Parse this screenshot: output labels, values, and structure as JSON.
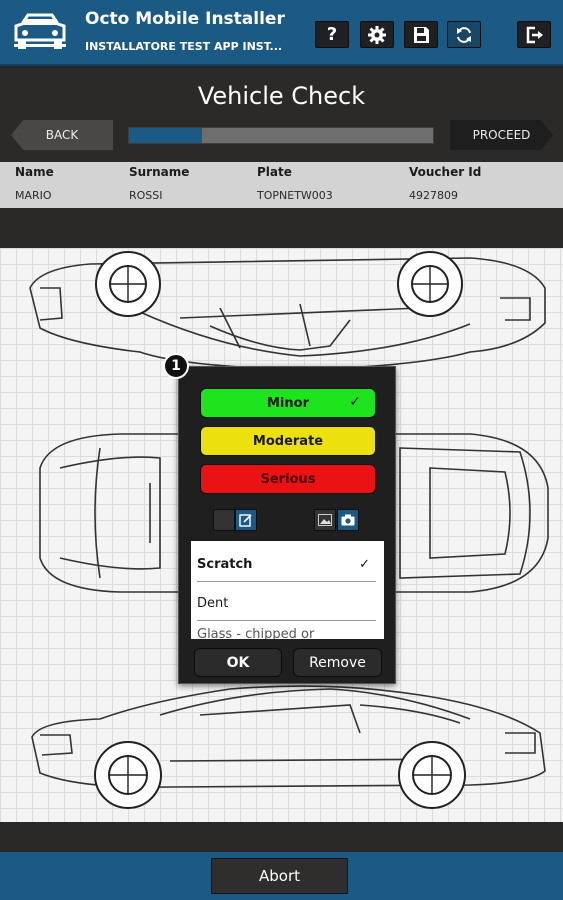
{
  "app": {
    "title": "Octo Mobile Installer",
    "subtitle": "INSTALLATORE TEST APP INST..."
  },
  "header_buttons": [
    {
      "icon": "help-icon",
      "glyph": "?"
    },
    {
      "icon": "gear-icon"
    },
    {
      "icon": "save-icon"
    },
    {
      "icon": "sync-icon"
    },
    {
      "icon": "logout-icon"
    }
  ],
  "page": {
    "title": "Vehicle Check",
    "back_label": "BACK",
    "proceed_label": "PROCEED",
    "progress": 0.24
  },
  "vehicle": {
    "headers": {
      "name": "Name",
      "surname": "Surname",
      "plate": "Plate",
      "voucher": "Voucher Id"
    },
    "values": {
      "name": "MARIO",
      "surname": "ROSSI",
      "plate": "TOPNETW003",
      "voucher": "4927809"
    }
  },
  "damage_marker": "1",
  "popup": {
    "severities": {
      "minor": "Minor",
      "moderate": "Moderate",
      "serious": "Serious"
    },
    "selected_severity": "Minor",
    "check_glyph": "✓",
    "damage_types": [
      "Scratch",
      "Dent",
      "Glass - chipped or"
    ],
    "selected_damage": "Scratch",
    "ok_label": "OK",
    "remove_label": "Remove"
  },
  "footer": {
    "abort_label": "Abort"
  },
  "colors": {
    "brand_blue": "#1c5a86",
    "minor_green": "#1de41d",
    "moderate_yellow": "#ece10c",
    "serious_red": "#ea1212"
  }
}
